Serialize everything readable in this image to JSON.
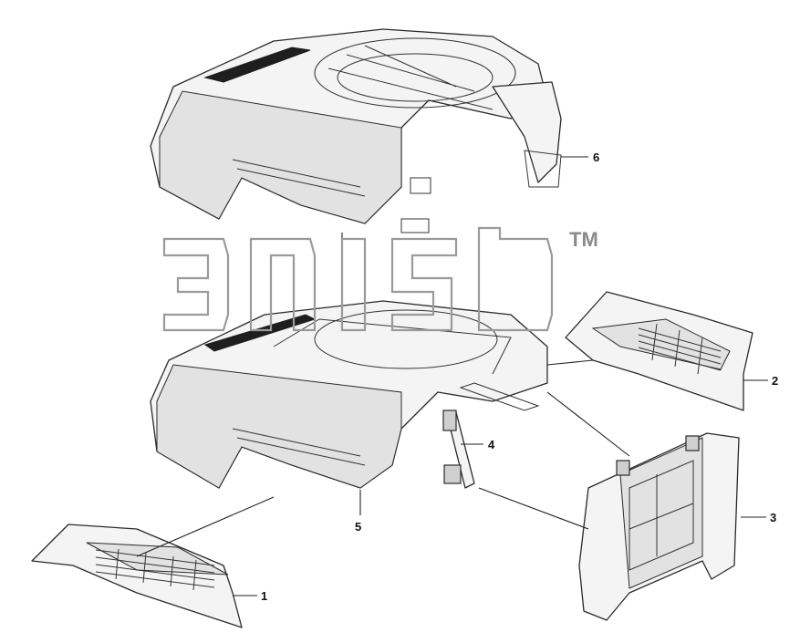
{
  "diagram": {
    "callouts": [
      {
        "id": "1",
        "label": "1"
      },
      {
        "id": "2",
        "label": "2"
      },
      {
        "id": "3",
        "label": "3"
      },
      {
        "id": "4",
        "label": "4"
      },
      {
        "id": "5",
        "label": "5"
      },
      {
        "id": "6",
        "label": "6"
      }
    ],
    "watermark": {
      "tm": "TM"
    }
  },
  "colors": {
    "line": "#2a2a2a",
    "fill": "#f4f4f4",
    "watermark": "#9a9a9a"
  }
}
